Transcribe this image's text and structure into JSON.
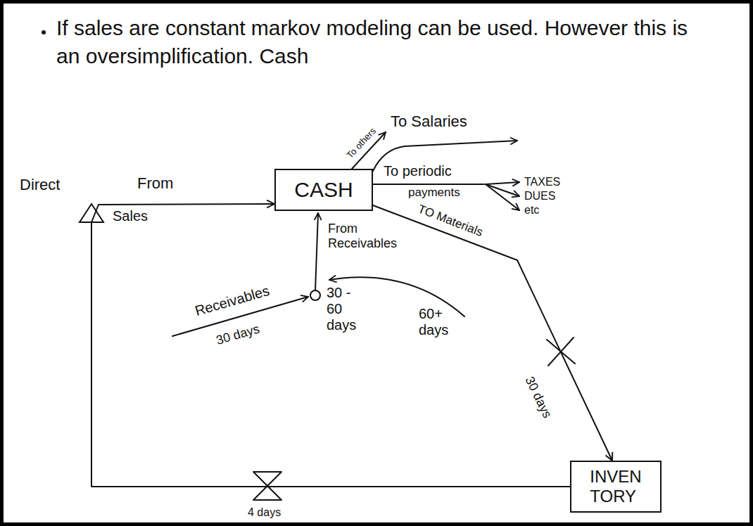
{
  "diagram": {
    "nodes": [
      {
        "text": [
          "CASH"
        ]
      },
      {
        "text": [
          "INVEN TORY"
        ]
      }
    ],
    "edges": [
      {
        "from": 0,
        "to": 1,
        "arrow": "to"
      },
      {
        "from": 1,
        "to": 0,
        "arrow": "to"
      }
    ],
    "labels": [
      "If sales are constant markov modeling can be used. However this is an oversimplification. Cash",
      "To others",
      "To Salaries",
      "To periodic",
      "payments",
      "TAXES",
      "DUES",
      "etc",
      "TO Materials",
      "30 days",
      "Direct",
      "From",
      "Sales",
      "From Receivables",
      "Receivables",
      "30 days",
      "30 - 60 days",
      "60+ days",
      "4 days"
    ]
  }
}
